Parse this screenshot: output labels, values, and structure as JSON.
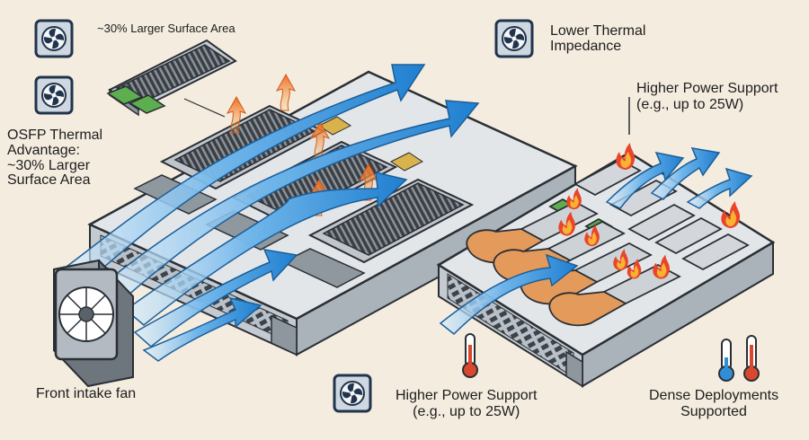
{
  "labels": {
    "surface_top": "~30% Larger Surface Area",
    "osfp_advantage": "OSFP Thermal\nAdvantage:\n~30% Larger\nSurface Area",
    "lower_impedance": "Lower Thermal\nImpedance",
    "higher_power_top": "Higher Power Support\n(e.g., up to 25W)",
    "front_fan": "Front intake fan",
    "higher_power_bottom": "Higher Power Support\n(e.g., up to 25W)",
    "dense": "Dense Deployments\nSupported"
  },
  "icons": {
    "fan_badge": "fan-icon",
    "thermometer_hot": "thermometer-hot-icon",
    "thermometer_cold": "thermometer-cold-icon",
    "flame": "flame-icon",
    "heat_arrow": "heat-up-arrow-icon",
    "airflow": "airflow-arrow-icon"
  },
  "colors": {
    "background": "#f4ecdf",
    "airflow_blue": "#2f8fd6",
    "heat_orange": "#f07a2a",
    "flame_red": "#e8452b",
    "chassis": "#d9dde1",
    "badge_bg": "#cfd8e0",
    "badge_border": "#21344d",
    "pull_tab": "#e39a5a"
  }
}
